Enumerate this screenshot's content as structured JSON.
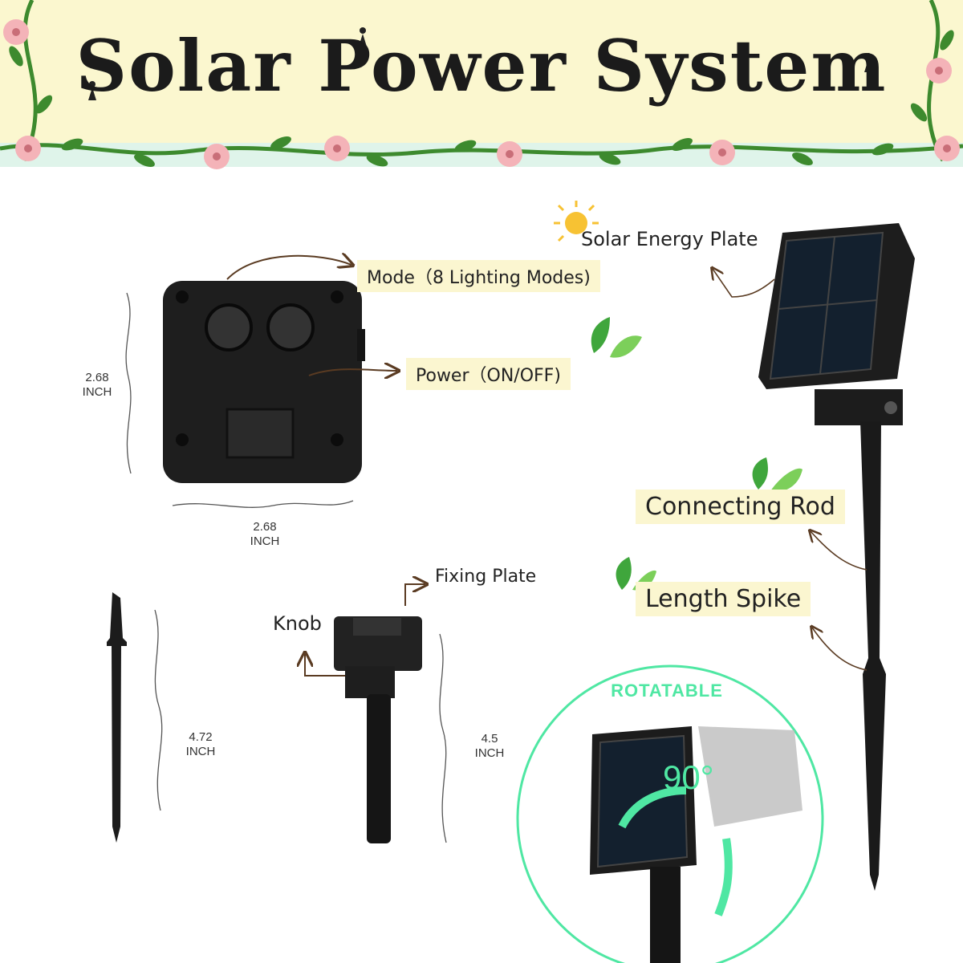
{
  "banner": {
    "title": "Solar Power System"
  },
  "battery_box": {
    "mode_label": "Mode（8 Lighting Modes)",
    "power_label": "Power（ON/OFF)",
    "height_value": "2.68",
    "height_unit": "INCH",
    "width_value": "2.68",
    "width_unit": "INCH"
  },
  "spike": {
    "length_value": "4.72",
    "length_unit": "INCH"
  },
  "bracket": {
    "knob_label": "Knob",
    "fixing_plate_label": "Fixing Plate",
    "length_value": "4.5",
    "length_unit": "INCH"
  },
  "assembled": {
    "solar_plate_label": "Solar Energy Plate",
    "connecting_rod_label": "Connecting Rod",
    "length_spike_label": "Length Spike"
  },
  "rotation": {
    "label": "ROTATABLE",
    "degrees": "90°"
  },
  "colors": {
    "banner_bg": "#fbf7cf",
    "flower_pink": "#f4b3b8",
    "vine_green": "#3d8a2e",
    "accent_mint": "#4fe7a3",
    "label_highlight": "#fbf6d0",
    "device_black": "#1e1e1e"
  },
  "icons": [
    "flower-icon",
    "fairy-icon",
    "sun-icon",
    "leaf-icon",
    "arrow-icon"
  ]
}
